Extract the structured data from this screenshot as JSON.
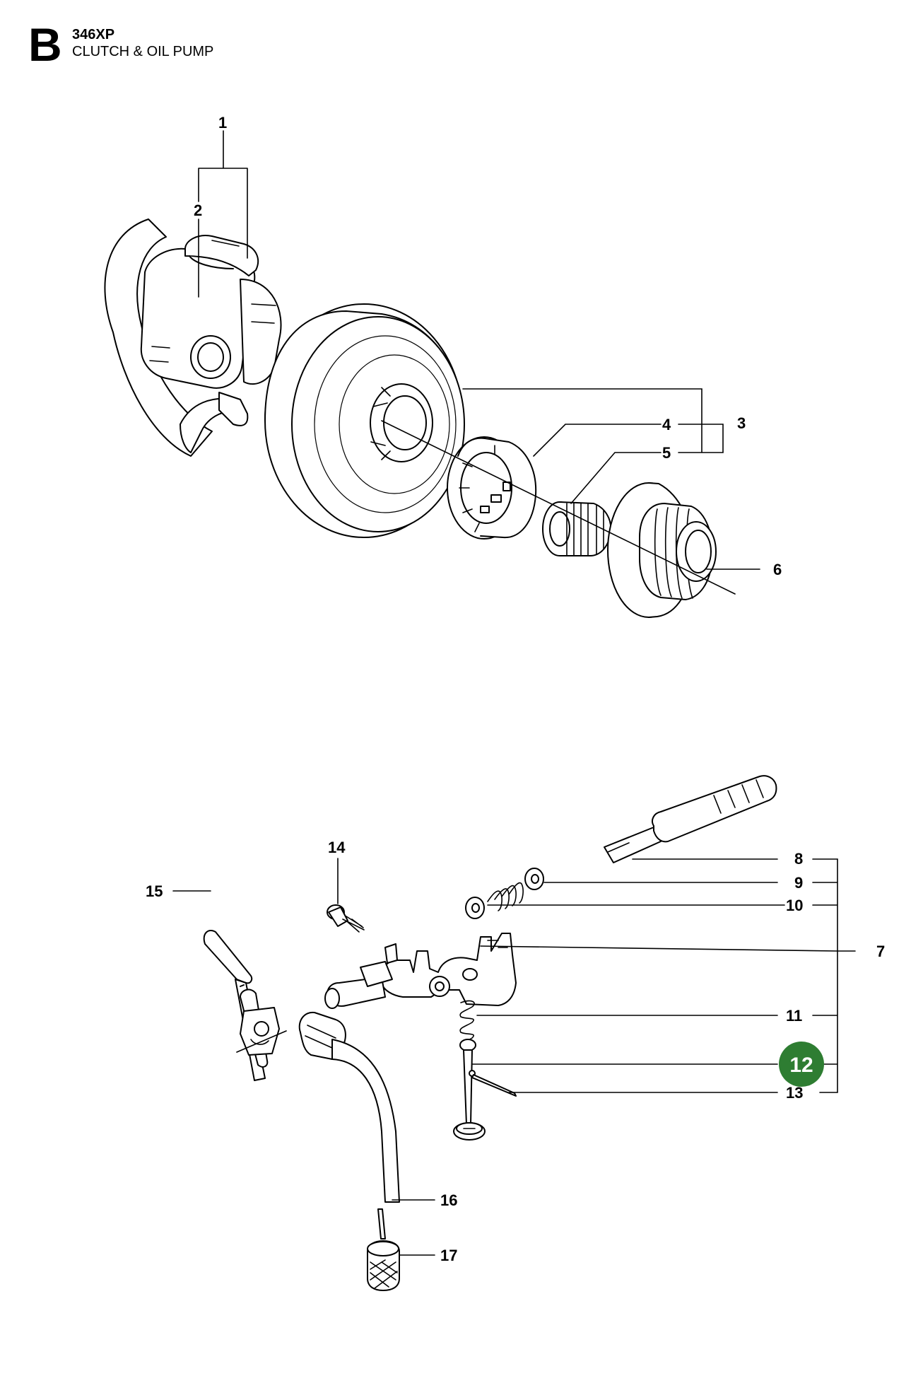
{
  "header": {
    "section_letter": "B",
    "model": "346XP",
    "title": "CLUTCH & OIL PUMP"
  },
  "callouts": {
    "c1": "1",
    "c2": "2",
    "c3": "3",
    "c4": "4",
    "c5": "5",
    "c6": "6",
    "c7": "7",
    "c8": "8",
    "c9": "9",
    "c10": "10",
    "c11": "11",
    "c12": "12",
    "c13": "13",
    "c14": "14",
    "c15": "15",
    "c16": "16",
    "c17": "17"
  },
  "highlight": {
    "label": "12",
    "color": "#2e7d32"
  }
}
